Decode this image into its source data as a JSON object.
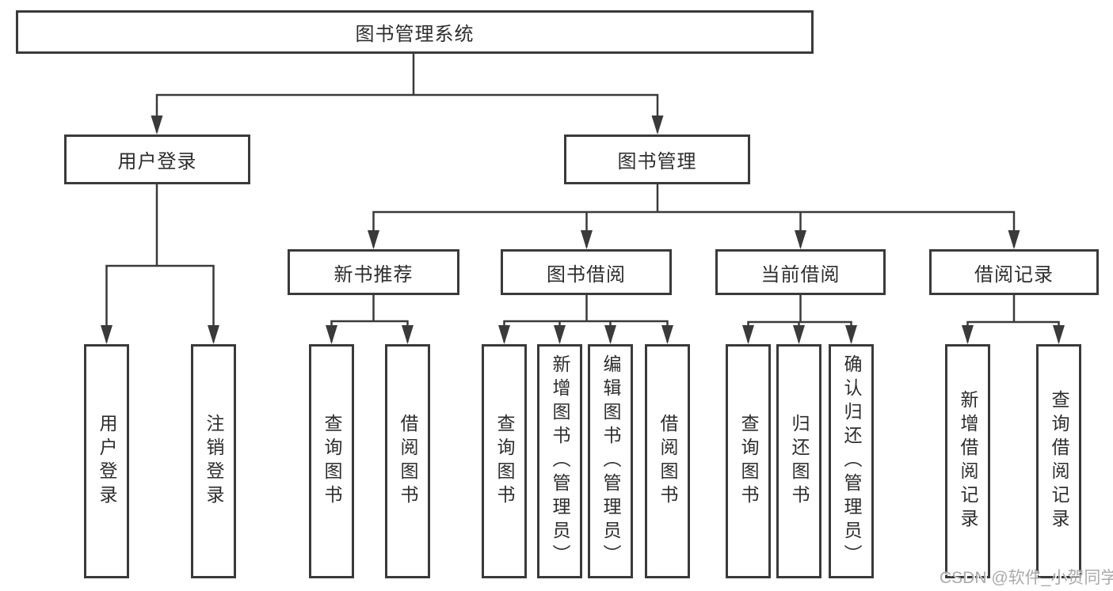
{
  "tree": {
    "label": "图书管理系统",
    "children": [
      {
        "label": "用户登录",
        "children": [
          {
            "label": "用户登录"
          },
          {
            "label": "注销登录"
          }
        ]
      },
      {
        "label": "图书管理",
        "children": [
          {
            "label": "新书推荐",
            "children": [
              {
                "label": "查询图书"
              },
              {
                "label": "借阅图书"
              }
            ]
          },
          {
            "label": "图书借阅",
            "children": [
              {
                "label": "查询图书"
              },
              {
                "label": "新增图书（管理员）"
              },
              {
                "label": "编辑图书（管理员）"
              },
              {
                "label": "借阅图书"
              }
            ]
          },
          {
            "label": "当前借阅",
            "children": [
              {
                "label": "查询图书"
              },
              {
                "label": "归还图书"
              },
              {
                "label": "确认归还（管理员）"
              }
            ]
          },
          {
            "label": "借阅记录",
            "children": [
              {
                "label": "新增借阅记录"
              },
              {
                "label": "查询借阅记录"
              }
            ]
          }
        ]
      }
    ]
  },
  "watermark": {
    "text": "CSDN @软件_小贺同学"
  },
  "colors": {
    "line": "#3a3a3a",
    "box_background": "#ffffff",
    "text": "#2d2d2d",
    "watermark": "#aaaaaa"
  }
}
